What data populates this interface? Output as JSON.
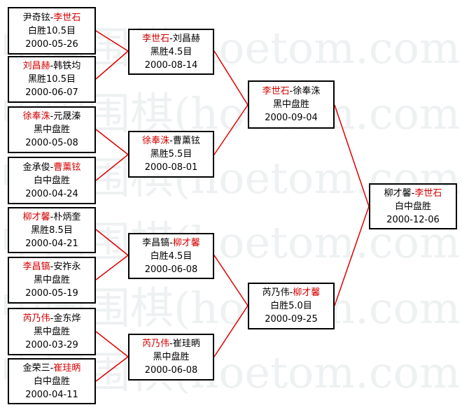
{
  "watermark": "中国围棋(hoetom.com)",
  "colors": {
    "winner": "#d40000",
    "connector": "#e00000",
    "border": "#000000"
  },
  "matches": [
    {
      "id": "r1m1",
      "p1": "尹奇铉",
      "p2": "李世石",
      "winner": 2,
      "result": "白胜10.5目",
      "date": "2000-05-26"
    },
    {
      "id": "r1m2",
      "p1": "刘昌赫",
      "p2": "韩铁均",
      "winner": 1,
      "result": "黑胜10.5目",
      "date": "2000-06-07"
    },
    {
      "id": "r1m3",
      "p1": "徐奉洙",
      "p2": "元晟溱",
      "winner": 1,
      "result": "黑中盘胜",
      "date": "2000-05-08"
    },
    {
      "id": "r1m4",
      "p1": "金承俊",
      "p2": "曹薰铉",
      "winner": 2,
      "result": "白中盘胜",
      "date": "2000-04-24"
    },
    {
      "id": "r1m5",
      "p1": "柳才馨",
      "p2": "朴炳奎",
      "winner": 1,
      "result": "黑胜8.5目",
      "date": "2000-04-21"
    },
    {
      "id": "r1m6",
      "p1": "李昌镐",
      "p2": "安祚永",
      "winner": 1,
      "result": "黑中盘胜",
      "date": "2000-05-19"
    },
    {
      "id": "r1m7",
      "p1": "芮乃伟",
      "p2": "金东烨",
      "winner": 1,
      "result": "黑中盘胜",
      "date": "2000-03-29"
    },
    {
      "id": "r1m8",
      "p1": "金荣三",
      "p2": "崔珪昞",
      "winner": 2,
      "result": "白中盘胜",
      "date": "2000-04-11"
    },
    {
      "id": "r2m1",
      "p1": "李世石",
      "p2": "刘昌赫",
      "winner": 1,
      "result": "黑胜4.5目",
      "date": "2000-08-14"
    },
    {
      "id": "r2m2",
      "p1": "徐奉洙",
      "p2": "曹薰铉",
      "winner": 1,
      "result": "黑胜5.5目",
      "date": "2000-08-01"
    },
    {
      "id": "r2m3",
      "p1": "李昌镐",
      "p2": "柳才馨",
      "winner": 2,
      "result": "白胜4.5目",
      "date": "2000-06-08"
    },
    {
      "id": "r2m4",
      "p1": "芮乃伟",
      "p2": "崔珪昞",
      "winner": 1,
      "result": "黑中盘胜",
      "date": "2000-06-08"
    },
    {
      "id": "r3m1",
      "p1": "李世石",
      "p2": "徐奉洙",
      "winner": 1,
      "result": "黑中盘胜",
      "date": "2000-09-04"
    },
    {
      "id": "r3m2",
      "p1": "芮乃伟",
      "p2": "柳才馨",
      "winner": 2,
      "result": "白胜5.0目",
      "date": "2000-09-25"
    },
    {
      "id": "final",
      "p1": "柳才馨",
      "p2": "李世石",
      "winner": 2,
      "result": "白中盘胜",
      "date": "2000-12-06"
    }
  ]
}
